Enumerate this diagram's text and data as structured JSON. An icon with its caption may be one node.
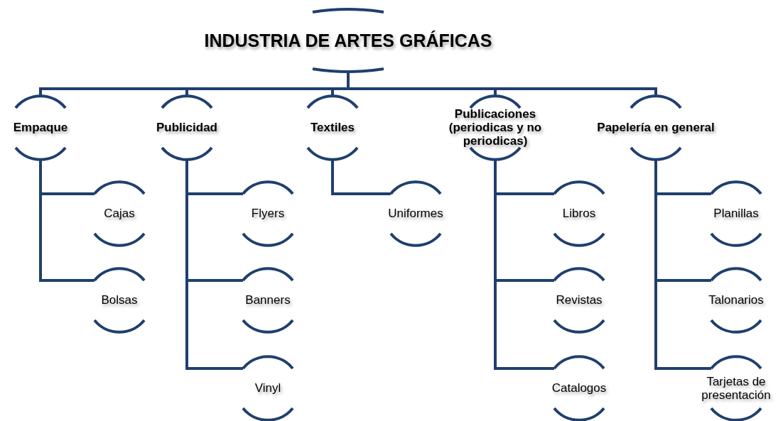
{
  "diagram": {
    "nodes": [
      {
        "text": [
          "INDUSTRIA DE ARTES GRÁFICAS"
        ]
      },
      {
        "text": [
          "Empaque"
        ]
      },
      {
        "text": [
          "Publicidad"
        ]
      },
      {
        "text": [
          "Textiles"
        ]
      },
      {
        "text": [
          "Publicaciones (periodicas y no periodicas)"
        ]
      },
      {
        "text": [
          "Papelería en general"
        ]
      },
      {
        "text": [
          "Cajas"
        ]
      },
      {
        "text": [
          "Bolsas"
        ]
      },
      {
        "text": [
          "Flyers"
        ]
      },
      {
        "text": [
          "Banners"
        ]
      },
      {
        "text": [
          "Vinyl"
        ]
      },
      {
        "text": [
          "Uniformes"
        ]
      },
      {
        "text": [
          "Libros"
        ]
      },
      {
        "text": [
          "Revistas"
        ]
      },
      {
        "text": [
          "Catalogos"
        ]
      },
      {
        "text": [
          "Planillas"
        ]
      },
      {
        "text": [
          "Talonarios"
        ]
      },
      {
        "text": [
          "Tarjetas de presentación"
        ]
      }
    ],
    "edges": [
      {
        "from": 0,
        "to": 1,
        "arrow": "none"
      },
      {
        "from": 0,
        "to": 2,
        "arrow": "none"
      },
      {
        "from": 0,
        "to": 3,
        "arrow": "none"
      },
      {
        "from": 0,
        "to": 4,
        "arrow": "none"
      },
      {
        "from": 0,
        "to": 5,
        "arrow": "none"
      },
      {
        "from": 1,
        "to": 6,
        "arrow": "none"
      },
      {
        "from": 1,
        "to": 7,
        "arrow": "none"
      },
      {
        "from": 2,
        "to": 8,
        "arrow": "none"
      },
      {
        "from": 2,
        "to": 9,
        "arrow": "none"
      },
      {
        "from": 2,
        "to": 10,
        "arrow": "none"
      },
      {
        "from": 3,
        "to": 11,
        "arrow": "none"
      },
      {
        "from": 4,
        "to": 12,
        "arrow": "none"
      },
      {
        "from": 4,
        "to": 13,
        "arrow": "none"
      },
      {
        "from": 4,
        "to": 14,
        "arrow": "none"
      },
      {
        "from": 5,
        "to": 15,
        "arrow": "none"
      },
      {
        "from": 5,
        "to": 16,
        "arrow": "none"
      },
      {
        "from": 5,
        "to": 17,
        "arrow": "none"
      }
    ]
  }
}
